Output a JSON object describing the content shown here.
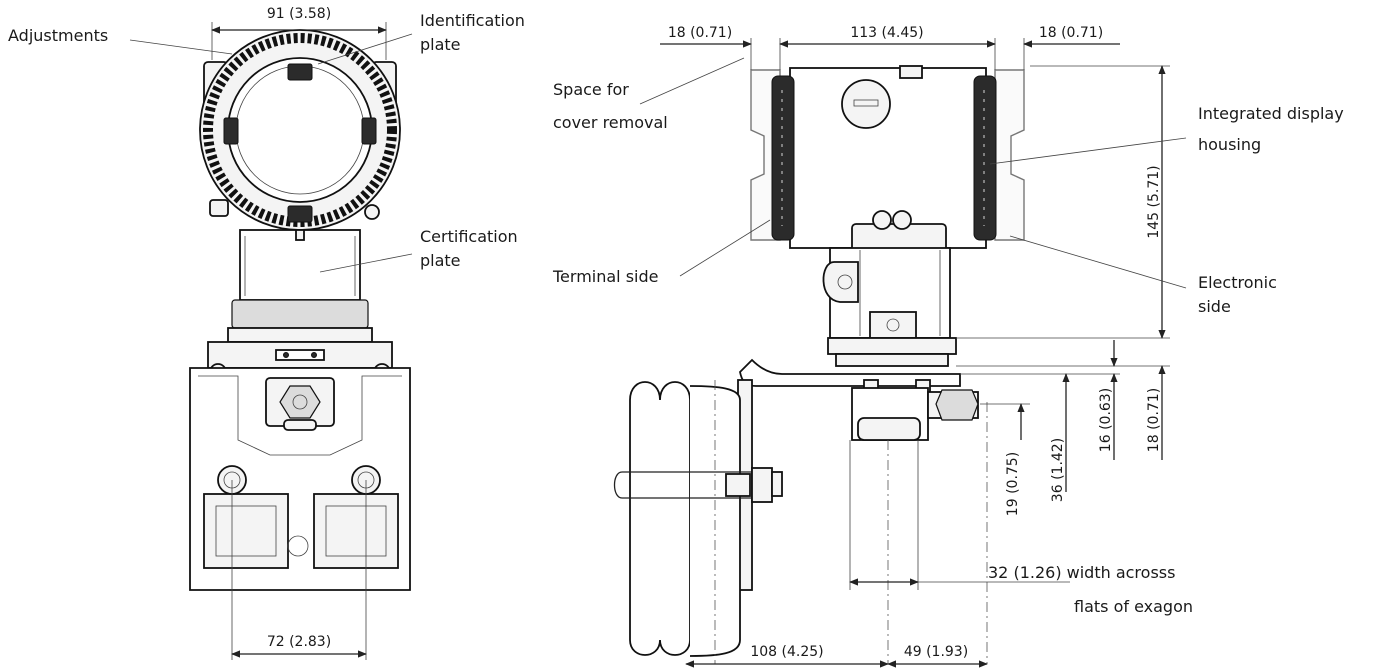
{
  "labels": {
    "adjustments": "Adjustments",
    "identification_1": "Identification",
    "identification_2": "plate",
    "certification_1": "Certification",
    "certification_2": "plate",
    "space_1": "Space for",
    "space_2": "cover removal",
    "integrated_1": "Integrated display",
    "integrated_2": "housing",
    "terminal": "Terminal side",
    "electronic_1": "Electronic",
    "electronic_2": "side",
    "flats_1": "32 (1.26)  width acrosss",
    "flats_2": "flats of exagon"
  },
  "dimensions": {
    "top_width_front": "91 (3.58)",
    "bottom_width_front": "72 (2.83)",
    "left_clearance": "18 (0.71)",
    "housing_width": "113 (4.45)",
    "right_clearance": "18 (0.71)",
    "housing_height": "145 (5.71)",
    "bracket_offset_a": "16 (0.63)",
    "bracket_offset_b": "18 (0.71)",
    "port_19": "19 (0.75)",
    "port_36": "36 (1.42)",
    "pipe_offset": "108 (4.25)",
    "axis_offset": "49 (1.93)"
  }
}
